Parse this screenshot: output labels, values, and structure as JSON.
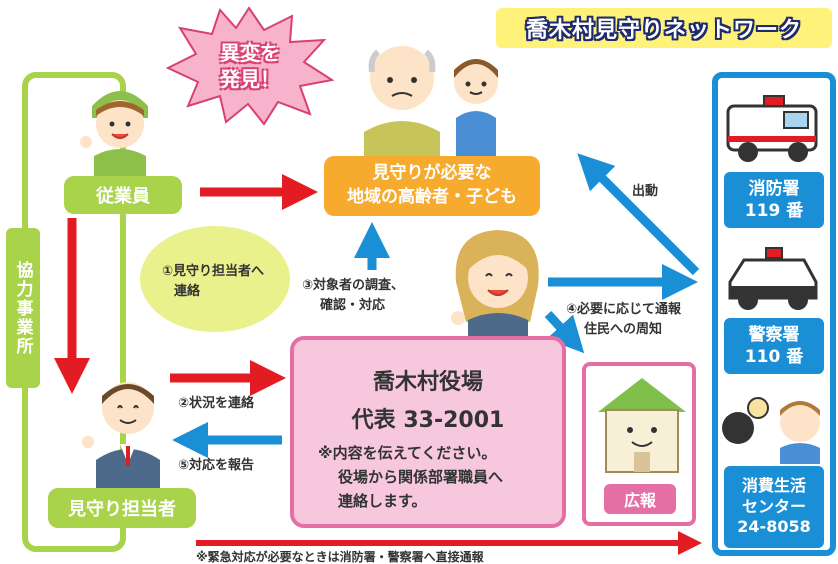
{
  "title": "喬木村見守りネットワーク",
  "burst": [
    "異変を",
    "発見！"
  ],
  "employee": "従業員",
  "watcher": "見守り担当者",
  "cooperating": "協力事業所",
  "target": [
    "見守りが必要な",
    "地域の高齢者・子ども"
  ],
  "dispatch": "出動",
  "step1": [
    "①見守り担当者へ",
    "連絡"
  ],
  "step2": "②状況を連絡",
  "step3": [
    "③対象者の調査、",
    "確認・対応"
  ],
  "step4": [
    "④必要に応じて通報",
    "住民への周知"
  ],
  "step5": "⑤対応を報告",
  "office": {
    "name": "喬木村役場",
    "phone": "代表 33-2001",
    "note": [
      "※内容を伝えてください。",
      "役場から関係部署職員へ",
      "連絡します。"
    ]
  },
  "koho": "広報",
  "fire": [
    "消防署",
    "119 番"
  ],
  "police": [
    "警察署",
    "110 番"
  ],
  "consumer": [
    "消費生活",
    "センター",
    "24-8058"
  ],
  "emergency_note": "※緊急対応が必要なときは消防署・警察署へ直接通報",
  "colors": {
    "green": "#a8d34a",
    "orange": "#f6ab2e",
    "pink": "#e56fa5",
    "blue": "#1a8fd6",
    "red": "#e31c23"
  }
}
